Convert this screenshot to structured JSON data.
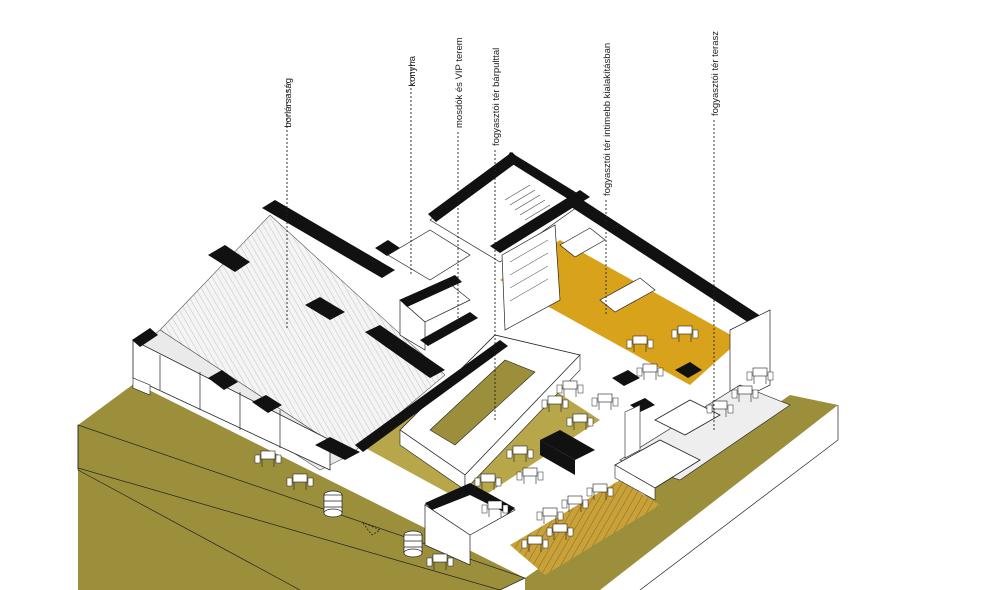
{
  "labels": {
    "bortarsasag": "borlársaság",
    "konyha": "konyha",
    "mosdok": "mosdók és VIP terem",
    "bar": "fogyasztói tér bárpulttal",
    "intimebb": "fogyasztói tér intimebb kialakításban",
    "terasz": "fogyasztói tér terasz"
  },
  "colors": {
    "ground": "#9b8f3c",
    "floor_accent": "#d9a21b",
    "walls": "#111111",
    "background": "#ffffff"
  }
}
